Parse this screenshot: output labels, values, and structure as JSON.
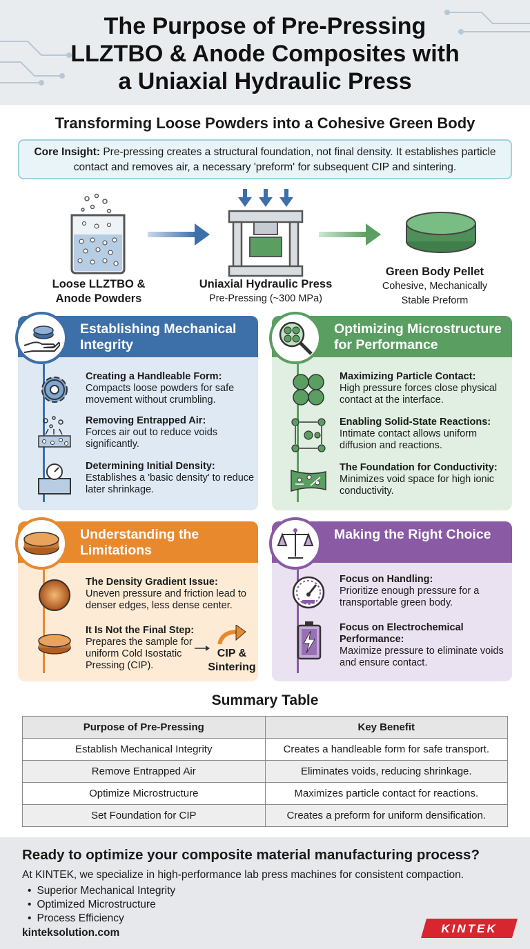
{
  "header": {
    "title_line1": "The Purpose of Pre-Pressing",
    "title_line2": "LLZTBO & Anode Composites with",
    "title_line3": "a Uniaxial Hydraulic Press"
  },
  "subtitle": "Transforming Loose Powders into a Cohesive Green Body",
  "insight": {
    "label": "Core Insight:",
    "text": "Pre-pressing creates a structural foundation, not final density. It establishes particle contact and removes air, a necessary 'preform' for subsequent CIP and sintering."
  },
  "flow": {
    "powder_line1": "Loose LLZTBO &",
    "powder_line2": "Anode Powders",
    "press_title": "Uniaxial Hydraulic Press",
    "press_sub": "Pre-Pressing (~300 MPa)",
    "pellet_title": "Green Body Pellet",
    "pellet_sub1": "Cohesive, Mechanically",
    "pellet_sub2": "Stable Preform"
  },
  "cards": {
    "mechanical": {
      "title": "Establishing Mechanical Integrity",
      "items": [
        {
          "head": "Creating a Handleable Form:",
          "body": "Compacts loose powders for safe movement without crumbling."
        },
        {
          "head": "Removing Entrapped Air:",
          "body": "Forces air out to reduce voids significantly."
        },
        {
          "head": "Determining Initial Density:",
          "body": "Establishes a 'basic density' to reduce later shrinkage."
        }
      ]
    },
    "microstructure": {
      "title": "Optimizing Microstructure for Performance",
      "items": [
        {
          "head": "Maximizing Particle Contact:",
          "body": "High pressure forces close physical contact at the interface."
        },
        {
          "head": "Enabling Solid-State Reactions:",
          "body": "Intimate contact allows uniform diffusion and reactions."
        },
        {
          "head": "The Foundation for Conductivity:",
          "body": "Minimizes void space for high ionic conductivity."
        }
      ]
    },
    "limitations": {
      "title": "Understanding the Limitations",
      "items": [
        {
          "head": "The Density Gradient Issue:",
          "body": "Uneven pressure and friction lead to denser edges, less dense center."
        },
        {
          "head": "It Is Not the Final Step:",
          "body": "Prepares the sample for uniform Cold Isostatic Pressing (CIP)."
        }
      ],
      "next_step_line1": "CIP &",
      "next_step_line2": "Sintering"
    },
    "choice": {
      "title": "Making the Right Choice",
      "items": [
        {
          "head": "Focus on Handling:",
          "body": "Prioritize enough pressure for a transportable green body."
        },
        {
          "head": "Focus on Electrochemical Performance:",
          "body": "Maximize pressure to eliminate voids and ensure contact."
        }
      ]
    }
  },
  "summary": {
    "title": "Summary Table",
    "headers": [
      "Purpose of Pre-Pressing",
      "Key Benefit"
    ],
    "rows": [
      [
        "Establish Mechanical Integrity",
        "Creates a handleable form for safe transport."
      ],
      [
        "Remove Entrapped Air",
        "Eliminates voids, reducing shrinkage."
      ],
      [
        "Optimize Microstructure",
        "Maximizes particle contact for reactions."
      ],
      [
        "Set Foundation for CIP",
        "Creates a preform for uniform densification."
      ]
    ]
  },
  "footer": {
    "question": "Ready to optimize your composite material manufacturing process?",
    "description": "At KINTEK, we specialize in high-performance lab press machines for consistent compaction.",
    "bullets": [
      "Superior Mechanical Integrity",
      "Optimized Microstructure",
      "Process Efficiency"
    ],
    "website": "kinteksolution.com",
    "logo_text": "KINTEK"
  },
  "colors": {
    "blue": "#3d6fa8",
    "green": "#5a9e62",
    "orange": "#e8892e",
    "purple": "#8a5aa5",
    "logo_red": "#d7262f"
  }
}
